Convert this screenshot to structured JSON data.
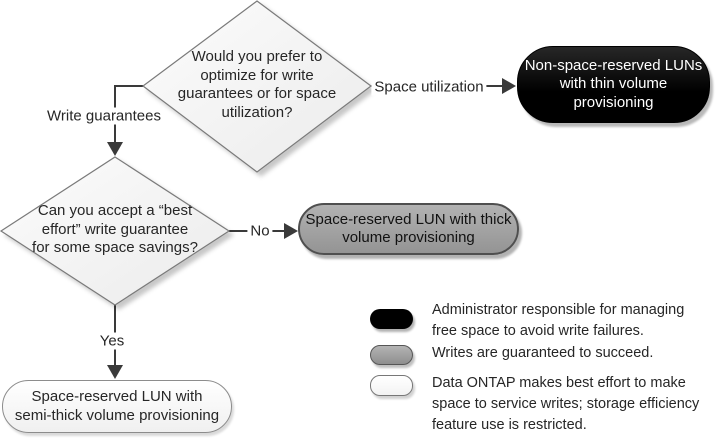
{
  "flowchart": {
    "decision_optimize": "Would you prefer to\noptimize for write\nguarantees or for space\nutilization?",
    "decision_best_effort": "Can you accept a “best\neffort” write guarantee\nfor some space savings?",
    "outcome_thin": "Non-space-reserved LUNs\nwith thin volume\nprovisioning",
    "outcome_thick": "Space-reserved LUN with thick\nvolume provisioning",
    "outcome_semi_thick": "Space-reserved LUN with\nsemi-thick volume provisioning",
    "edge_labels": {
      "write_guarantees": "Write guarantees",
      "space_utilization": "Space utilization",
      "no": "No",
      "yes": "Yes"
    }
  },
  "legend": {
    "items": [
      {
        "swatch": "black",
        "text": "Administrator responsible for managing\nfree space to avoid write failures."
      },
      {
        "swatch": "gray",
        "text": "Writes are guaranteed to succeed."
      },
      {
        "swatch": "white",
        "text": "Data ONTAP makes best effort to make\nspace to service writes; storage efficiency\nfeature use is restricted."
      }
    ]
  },
  "colors": {
    "outcome_black": "#000000",
    "outcome_gray": "#a0a0a0",
    "outcome_white": "#ffffff",
    "connector": "#3a3a3a",
    "diamond_border": "#7a7a7a"
  }
}
